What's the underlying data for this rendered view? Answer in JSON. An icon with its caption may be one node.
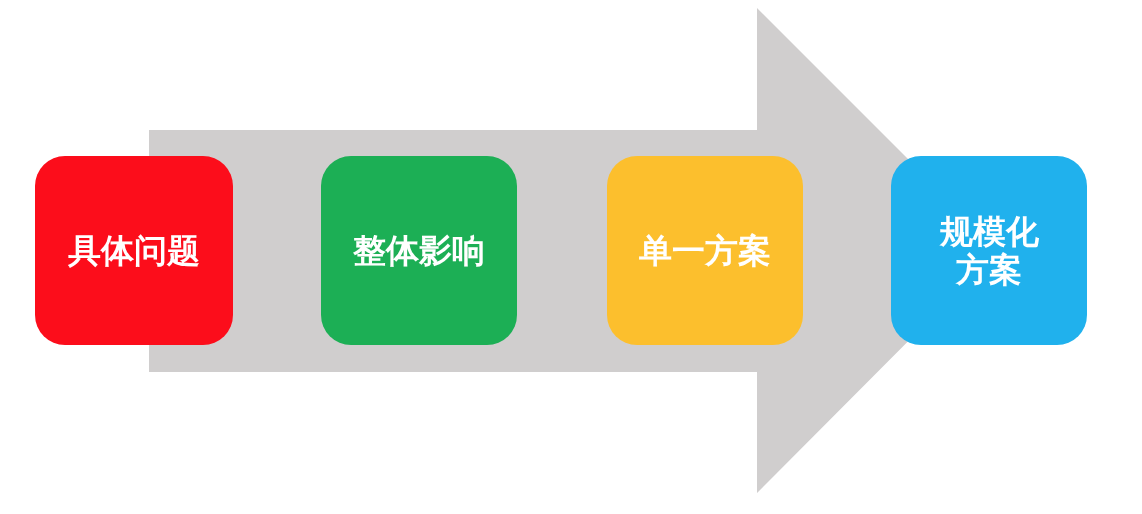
{
  "diagram": {
    "nodes": [
      {
        "text": [
          "具体问题"
        ]
      },
      {
        "text": [
          "整体影响"
        ]
      },
      {
        "text": [
          "单一方案"
        ]
      },
      {
        "text": [
          "规模化方案"
        ]
      }
    ],
    "edges": [
      {
        "from": 0,
        "to": 3,
        "arrow": "to"
      }
    ]
  }
}
